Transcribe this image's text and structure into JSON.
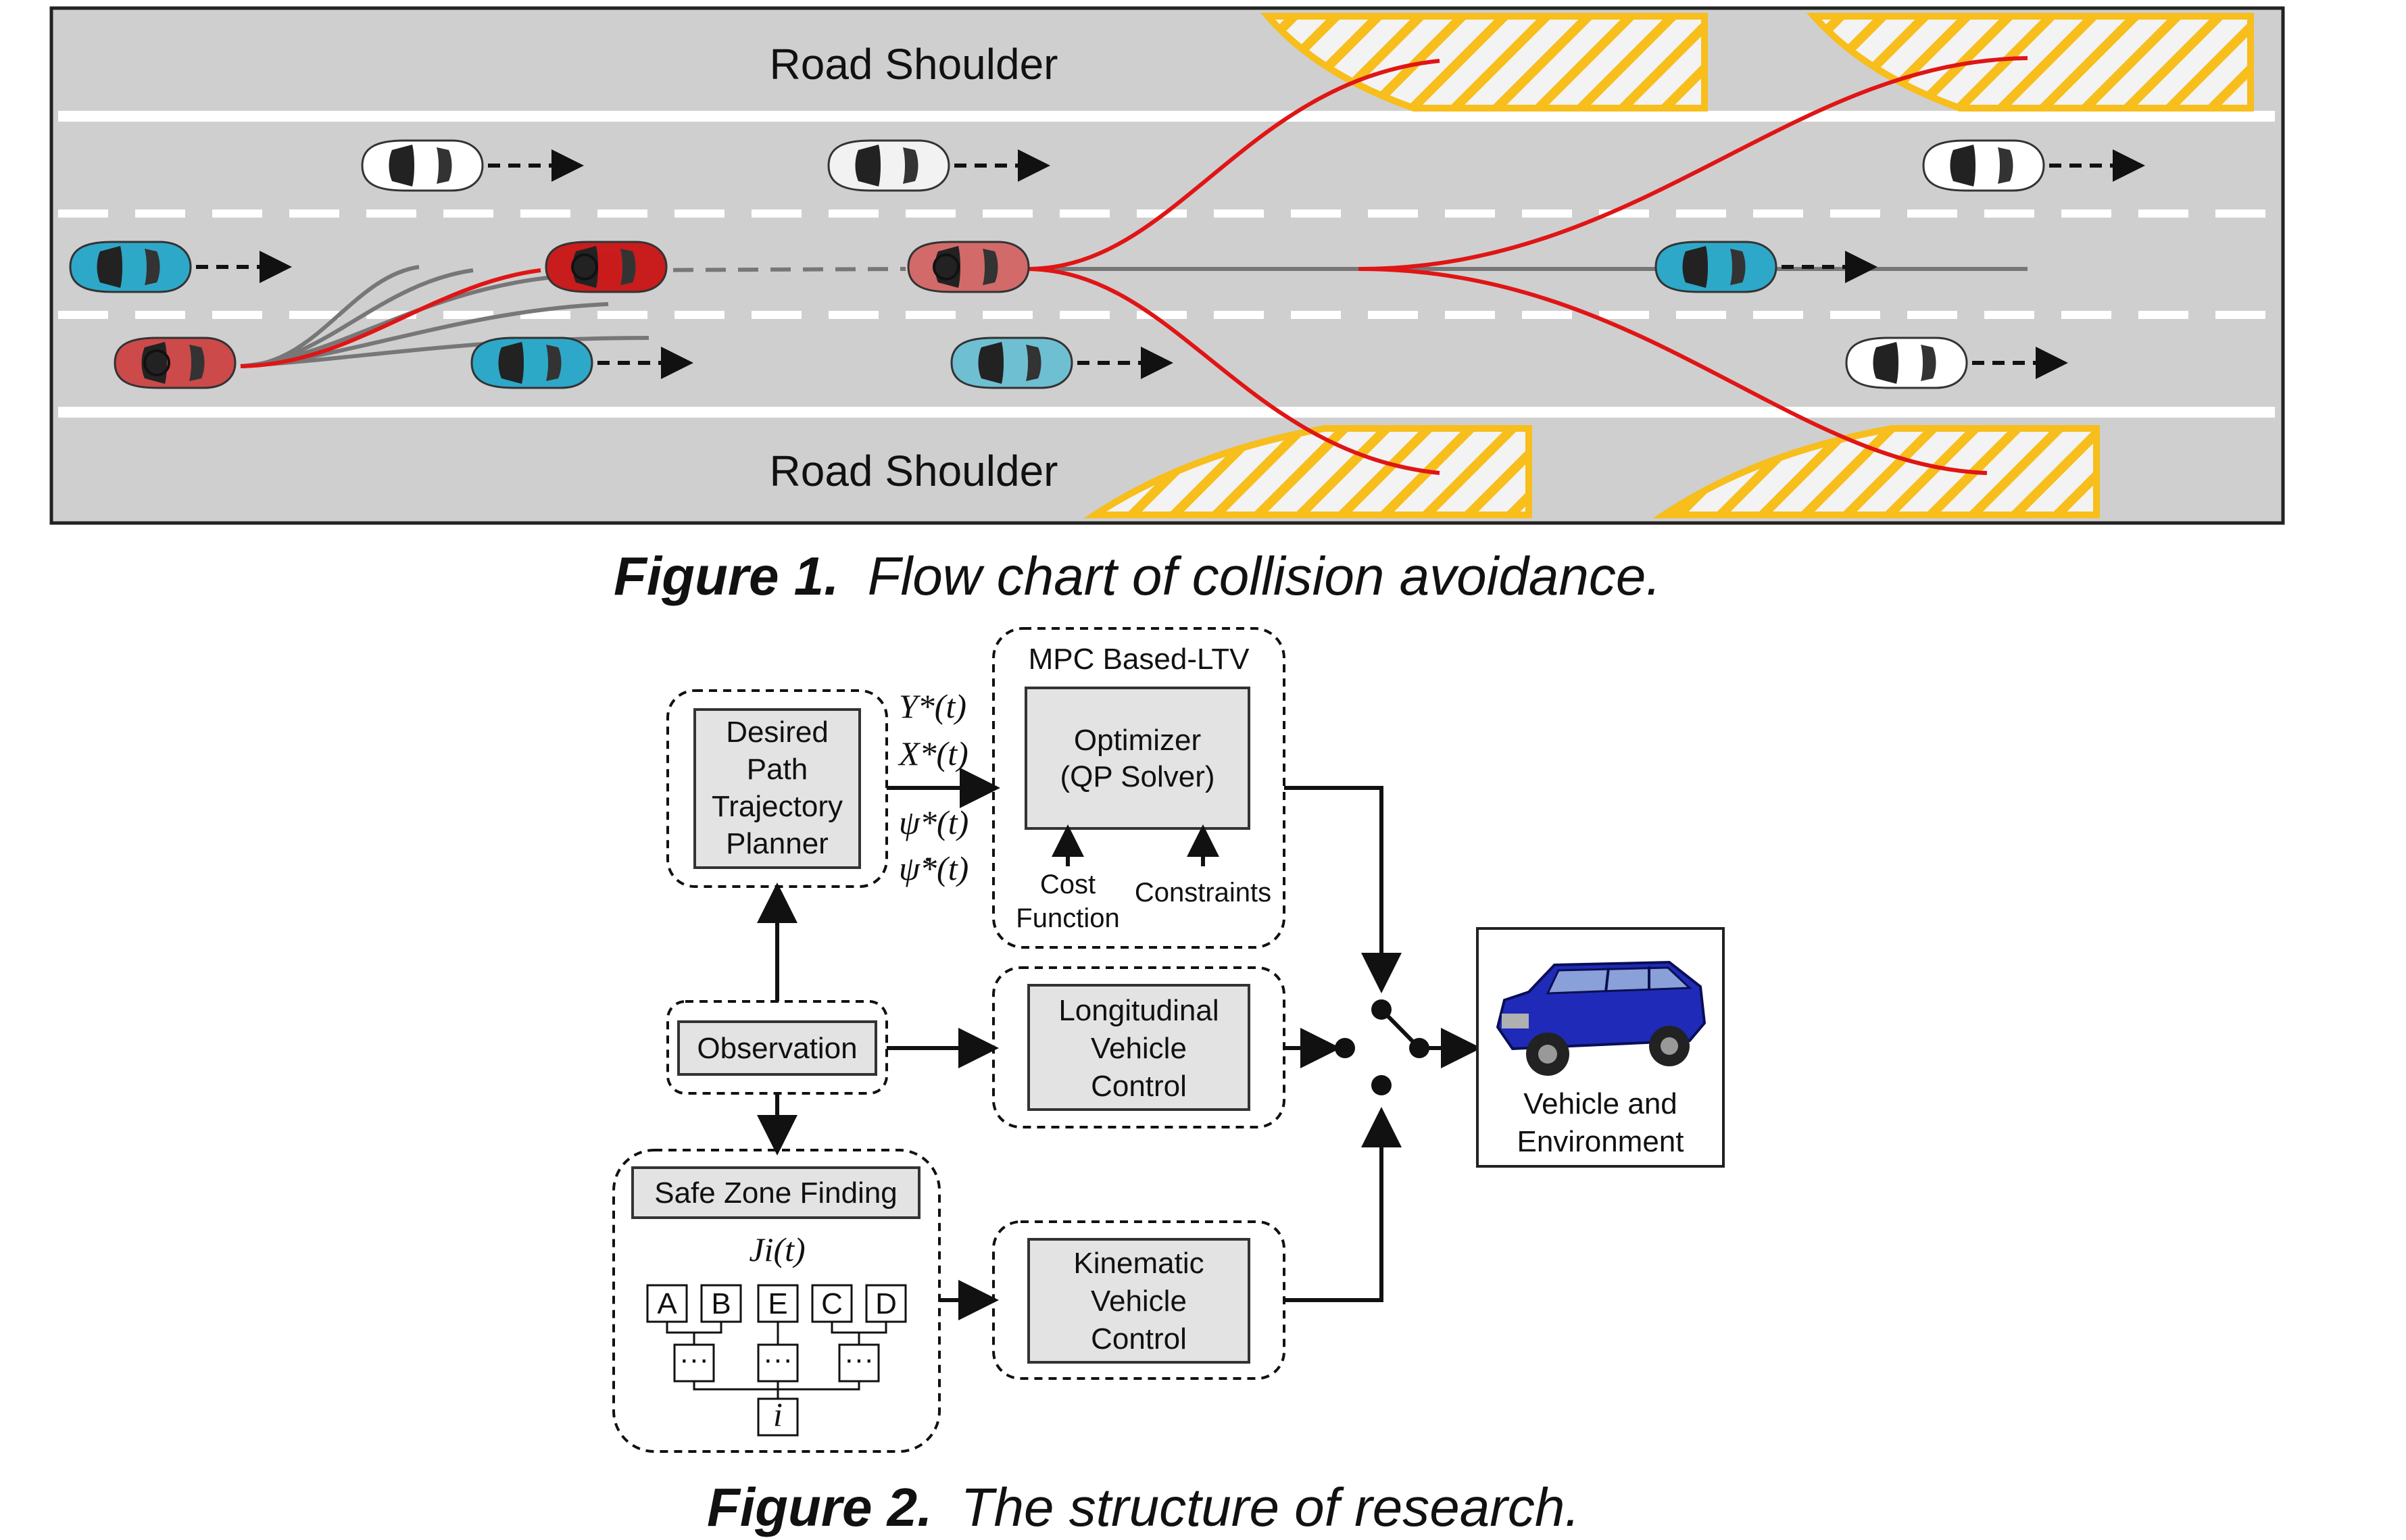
{
  "figure1": {
    "caption_prefix": "Figure 1.",
    "caption_text": "Flow chart of collision avoidance.",
    "road_shoulder_top": "Road Shoulder",
    "road_shoulder_bottom": "Road Shoulder",
    "colors": {
      "road": "#cfcfcf",
      "hatch": "#f7be1c",
      "trajectory": "#e01515",
      "car_blue": "#2ea8c8",
      "car_red": "#cc2020",
      "car_white": "#ffffff"
    }
  },
  "figure2": {
    "caption_prefix": "Figure 2.",
    "caption_text": "The structure of research.",
    "planner": {
      "lines": [
        "Desired",
        "Path",
        "Trajectory",
        "Planner"
      ]
    },
    "signals": {
      "y": "Y*(t)",
      "x": "X*(t)",
      "psi": "ψ*(t)",
      "psidot": "ψ̇*(t)"
    },
    "mpc": {
      "title": "MPC Based-LTV",
      "optimizer_lines": [
        "Optimizer",
        "(QP Solver)"
      ],
      "cost_lines": [
        "Cost",
        "Function"
      ],
      "constraints": "Constraints"
    },
    "observation": "Observation",
    "longitudinal": {
      "lines": [
        "Longitudinal",
        "Vehicle",
        "Control"
      ]
    },
    "kinematic": {
      "lines": [
        "Kinematic",
        "Vehicle",
        "Control"
      ]
    },
    "safe_zone": {
      "title": "Safe Zone Finding",
      "cost": "Ji(t)",
      "zones": [
        "A",
        "B",
        "E",
        "C",
        "D"
      ],
      "ellipsis": "···",
      "result": "i"
    },
    "vehicle_env": {
      "lines": [
        "Vehicle and",
        "Environment"
      ]
    }
  }
}
